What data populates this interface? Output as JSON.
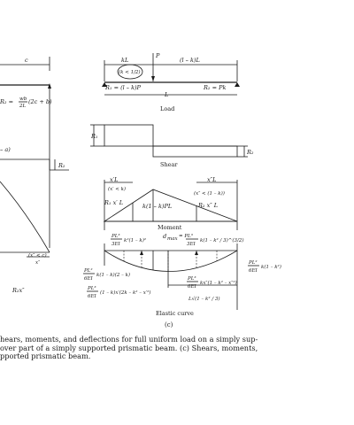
{
  "left_fragment": {
    "c_label": "c",
    "r2_label": "R₂ = ",
    "wb_num": "wb",
    "wb_den": "2L",
    "wb_tail": "(2c + b)",
    "minus_a": "– a)",
    "r2_right": "R₂",
    "xc": "(x″ < c)",
    "x2": "x″",
    "r2x": "R₂x″"
  },
  "panel_c": {
    "top_kl": "kL",
    "top_k_cond": "(k < 1/2)",
    "top_p": "P",
    "top_lk": "(l – k)L",
    "r1_eq": "R₁ = (l – k)P",
    "r2_eq": "R₂ = Pk",
    "span_l": "L",
    "load_title": "Load",
    "shear_r1": "R₁",
    "shear_r2": "R₂",
    "shear_title": "Shear",
    "xl": "x′L",
    "xl_cond": "(x′ < k)",
    "xl2": "x″L",
    "xl2_cond": "(x″ < (1 – k))",
    "r1x": "R₁ x′ L",
    "k1kpl": "k(1 – k)PL",
    "r2x": "R₂ x″ L",
    "moment_title": "Moment",
    "pl3_a": "PL³",
    "eil3_a": "3EI",
    "k2_a": "k²(1 – k)²",
    "dmax": "d",
    "dmax_sub": "max",
    "dmax_eq": "= PL³",
    "dmax_den": "3EI",
    "dmax_tail": "k(1 – k² / 3)^(3/2)",
    "pl2_a": "PL²",
    "ei6_a": "6EI",
    "k1k2k": "k(1 – k)(2 – k)",
    "pl2_b": "PL²",
    "ei6_b": "6EI",
    "k1k2r": "k(1 – k²)",
    "pl3_b": "PL³",
    "ei6_c": "6EI",
    "long_eq": "(1 – k)x′(2k – k² – x′²)",
    "pl3_c": "PL³",
    "ei6_d": "6EI",
    "kx_eq": "kx″(1 – k² – x″²)",
    "lroot": "L√(1 – k² / 3)",
    "elastic_title": "Elastic curve",
    "panel_tag": "(c)"
  },
  "caption": {
    "line1": "hears, moments, and deflections for full uniform load on a simply sup-",
    "line2": "over part of a simply supported prismatic beam. (c) Shears, moments,",
    "line3": "pported prismatic beam."
  }
}
